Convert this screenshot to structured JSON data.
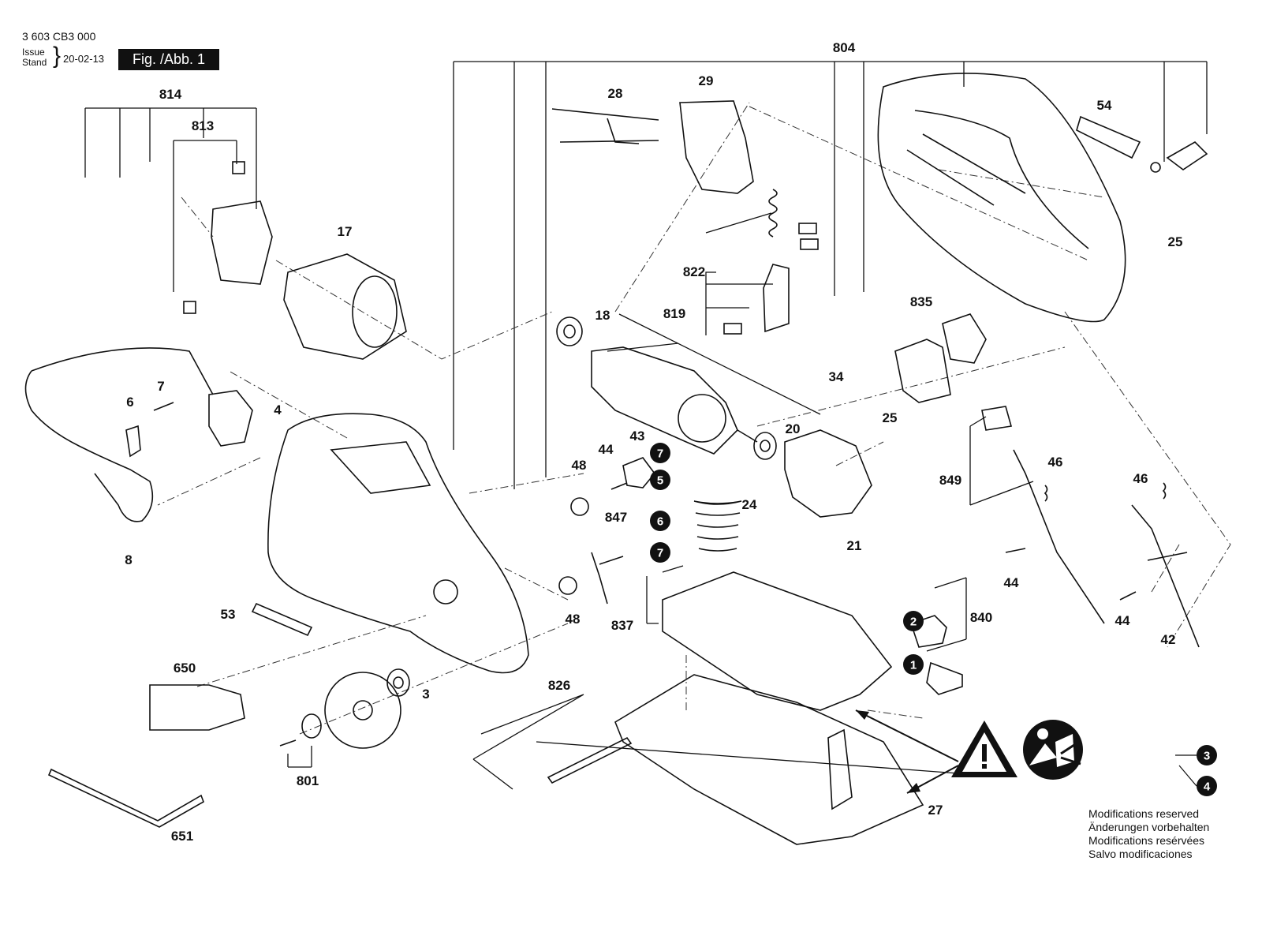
{
  "header": {
    "part_number": "3 603 CB3 000",
    "issue_label_line1": "Issue",
    "issue_label_line2": "Stand",
    "issue_date": "20-02-13",
    "figure_label": "Fig. /Abb. 1"
  },
  "part_labels": {
    "p804": "804",
    "p814": "814",
    "p813": "813",
    "p28": "28",
    "p29": "29",
    "p54": "54",
    "p17": "17",
    "p822": "822",
    "p18": "18",
    "p819": "819",
    "p835": "835",
    "p25a": "25",
    "p25b": "25",
    "p34": "34",
    "p7": "7",
    "p6": "6",
    "p4": "4",
    "p8": "8",
    "p20": "20",
    "p43": "43",
    "p44a": "44",
    "p48a": "48",
    "p24": "24",
    "p21": "21",
    "p849": "849",
    "p46a": "46",
    "p46b": "46",
    "p847": "847",
    "p44b": "44",
    "p44c": "44",
    "p42": "42",
    "p53": "53",
    "p48b": "48",
    "p837": "837",
    "p840": "840",
    "p650": "650",
    "p3": "3",
    "p826": "826",
    "p801": "801",
    "p27": "27",
    "p651": "651"
  },
  "callout_badges": [
    "1",
    "2",
    "3",
    "4",
    "5",
    "6",
    "7",
    "7"
  ],
  "modifications": [
    "Modifications reserved",
    "Änderungen vorbehalten",
    "Modifications resérvées",
    "Salvo modificaciones"
  ],
  "icons": [
    "warning-triangle-icon",
    "read-manual-icon"
  ],
  "colors": {
    "ink": "#111111",
    "paper": "#ffffff"
  }
}
